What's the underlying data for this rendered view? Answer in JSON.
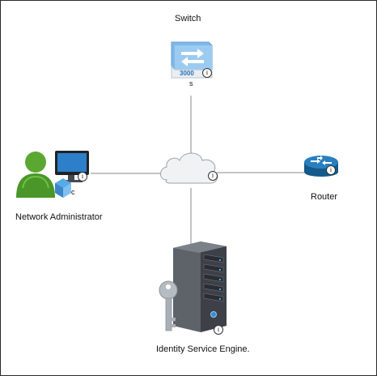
{
  "diagram": {
    "nodes": {
      "switch": {
        "label": "Switch",
        "model_text": "3000",
        "port_text": "s",
        "icon": "switch-icon"
      },
      "network_admin": {
        "label": "Network Administrator",
        "port_text": "c",
        "icon": "admin-workstation-icon"
      },
      "cloud": {
        "icon": "cloud-icon"
      },
      "router": {
        "label": "Router",
        "icon": "router-icon"
      },
      "ise": {
        "label": "Identity Service Engine.",
        "icon": "server-with-key-icon"
      }
    },
    "info_glyph": "i",
    "connections": [
      {
        "from": "switch",
        "to": "cloud"
      },
      {
        "from": "network_admin",
        "to": "cloud"
      },
      {
        "from": "cloud",
        "to": "router"
      },
      {
        "from": "cloud",
        "to": "ise"
      }
    ],
    "colors": {
      "line": "#8a8a8a",
      "user_green": "#5aa832",
      "switch_blue": "#3e8fd6",
      "router_blue": "#1e6fa8",
      "server_dark": "#3d4147"
    }
  }
}
